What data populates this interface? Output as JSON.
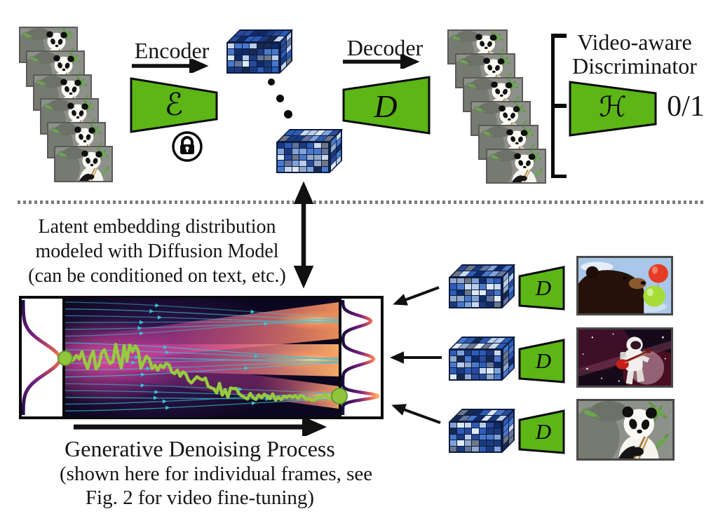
{
  "autoencoder": {
    "encoder_label": "Encoder",
    "decoder_label": "Decoder",
    "encoder_symbol": "ℰ",
    "decoder_symbol": "D",
    "discriminator_line1": "Video-aware",
    "discriminator_line2": "Discriminator",
    "discriminator_symbol": "ℋ",
    "discriminator_output": "0/1"
  },
  "latent_note": {
    "line1": "Latent embedding distribution",
    "line2": "modeled with Diffusion Model",
    "line3": "(can be conditioned on text, etc.)"
  },
  "denoising_caption": {
    "title": "Generative Denoising Process",
    "line2": "(shown here for individual frames, see",
    "line3": "Fig. 2 for video fine-tuning)"
  },
  "decoder_rows": [
    {
      "symbol": "D",
      "image_name": "bear-with-balloons"
    },
    {
      "symbol": "D",
      "image_name": "astronaut-with-guitar"
    },
    {
      "symbol": "D",
      "image_name": "panda-eating-bamboo"
    }
  ],
  "icons": {
    "lock": "lock-icon"
  },
  "colors": {
    "block_green": "#5cb616",
    "trajectory_green": "#97ca3e",
    "stream_cyan": "#35c4d8",
    "canvas_background": "#0c0720",
    "frame_border_gray": "#5a5a5a"
  }
}
